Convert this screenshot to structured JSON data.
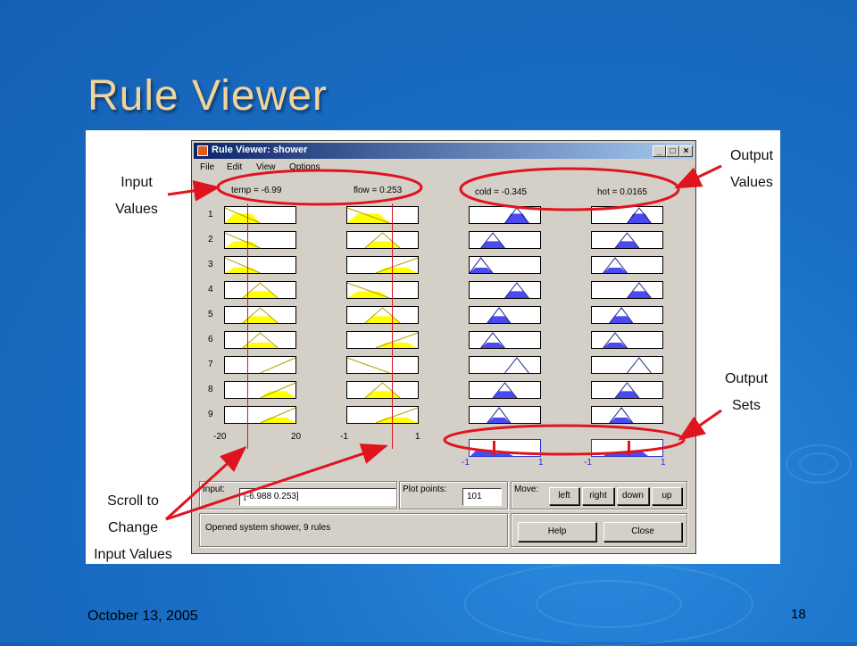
{
  "slide": {
    "title": "Rule Viewer",
    "date": "October 13, 2005",
    "page_number": "18"
  },
  "callouts": {
    "input_values": [
      "Input",
      "Values"
    ],
    "output_values": [
      "Output",
      "Values"
    ],
    "output_sets": [
      "Output",
      "Sets"
    ],
    "scroll": [
      "Scroll to",
      "Change",
      "Input Values"
    ]
  },
  "window": {
    "title": "Rule Viewer: shower",
    "menu": [
      "File",
      "Edit",
      "View",
      "Options"
    ],
    "buttons": {
      "minimize": "_",
      "maximize": "□",
      "close": "×"
    }
  },
  "headers": {
    "temp": "temp = -6.99",
    "flow": "flow = 0.253",
    "cold": "cold = -0.345",
    "hot": "hot = 0.0165"
  },
  "rules": [
    "1",
    "2",
    "3",
    "4",
    "5",
    "6",
    "7",
    "8",
    "9"
  ],
  "axes": {
    "temp": [
      "-20",
      "20"
    ],
    "flow": [
      "-1",
      "1"
    ],
    "cold": [
      "-1",
      "1"
    ],
    "hot": [
      "-1",
      "1"
    ]
  },
  "rule_shapes": {
    "temp": [
      "cold",
      "cold",
      "cold",
      "good",
      "good",
      "good",
      "hot",
      "hot",
      "hot"
    ],
    "flow": [
      "soft",
      "good",
      "hard",
      "soft",
      "good",
      "hard",
      "soft",
      "good",
      "hard"
    ],
    "cold": [
      "openFast",
      "closeSlow",
      "closeFast",
      "openFast",
      "noChange",
      "closeSlow",
      "openFast",
      "openSlow",
      "noChange"
    ],
    "hot": [
      "openFast",
      "openSlow",
      "closeSlow",
      "openFast",
      "noChange",
      "closeSlow",
      "openFast",
      "openSlow",
      "noChange"
    ]
  },
  "controls": {
    "input_label": "Input:",
    "input_value": "[-6.988 0.253]",
    "plot_points_label": "Plot points:",
    "plot_points_value": "101",
    "move_label": "Move:",
    "move_buttons": [
      "left",
      "right",
      "down",
      "up"
    ],
    "status": "Opened system shower, 9 rules",
    "help": "Help",
    "close": "Close"
  },
  "colors": {
    "input_fill": "#ffff00",
    "output_fill": "#4a4af0",
    "annotation": "#e0141e",
    "title": "#f2d49a"
  }
}
